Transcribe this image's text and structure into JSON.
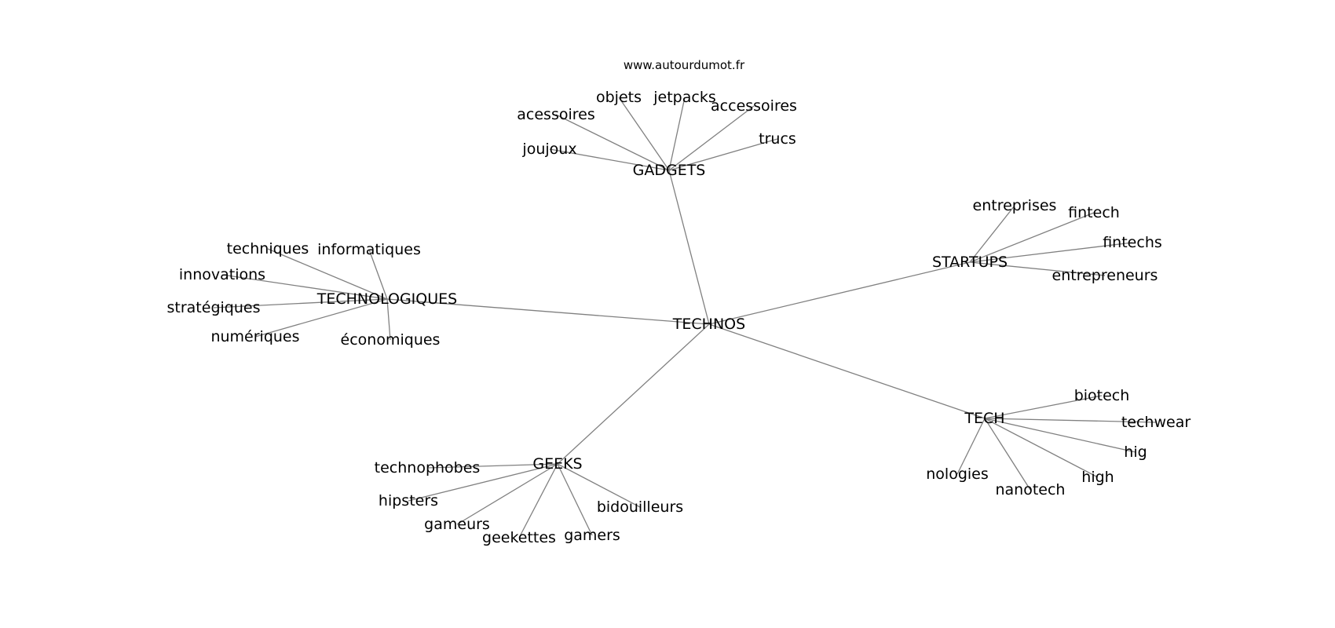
{
  "source": "www.autourdumot.fr",
  "graph": {
    "root": "TECHNOS",
    "hubs": [
      {
        "label": "GADGETS",
        "leaves": [
          "objets",
          "jetpacks",
          "acessoires",
          "accessoires",
          "trucs",
          "joujoux"
        ]
      },
      {
        "label": "STARTUPS",
        "leaves": [
          "entreprises",
          "fintech",
          "fintechs",
          "entrepreneurs"
        ]
      },
      {
        "label": "TECHNOLOGIQUES",
        "leaves": [
          "techniques",
          "informatiques",
          "innovations",
          "stratégiques",
          "numériques",
          "économiques"
        ]
      },
      {
        "label": "TECH",
        "leaves": [
          "biotech",
          "techwear",
          "hig",
          "high",
          "nanotech",
          "nologies"
        ]
      },
      {
        "label": "GEEKS",
        "leaves": [
          "technophobes",
          "hipsters",
          "gameurs",
          "geekettes",
          "gamers",
          "bidouilleurs"
        ]
      }
    ]
  }
}
